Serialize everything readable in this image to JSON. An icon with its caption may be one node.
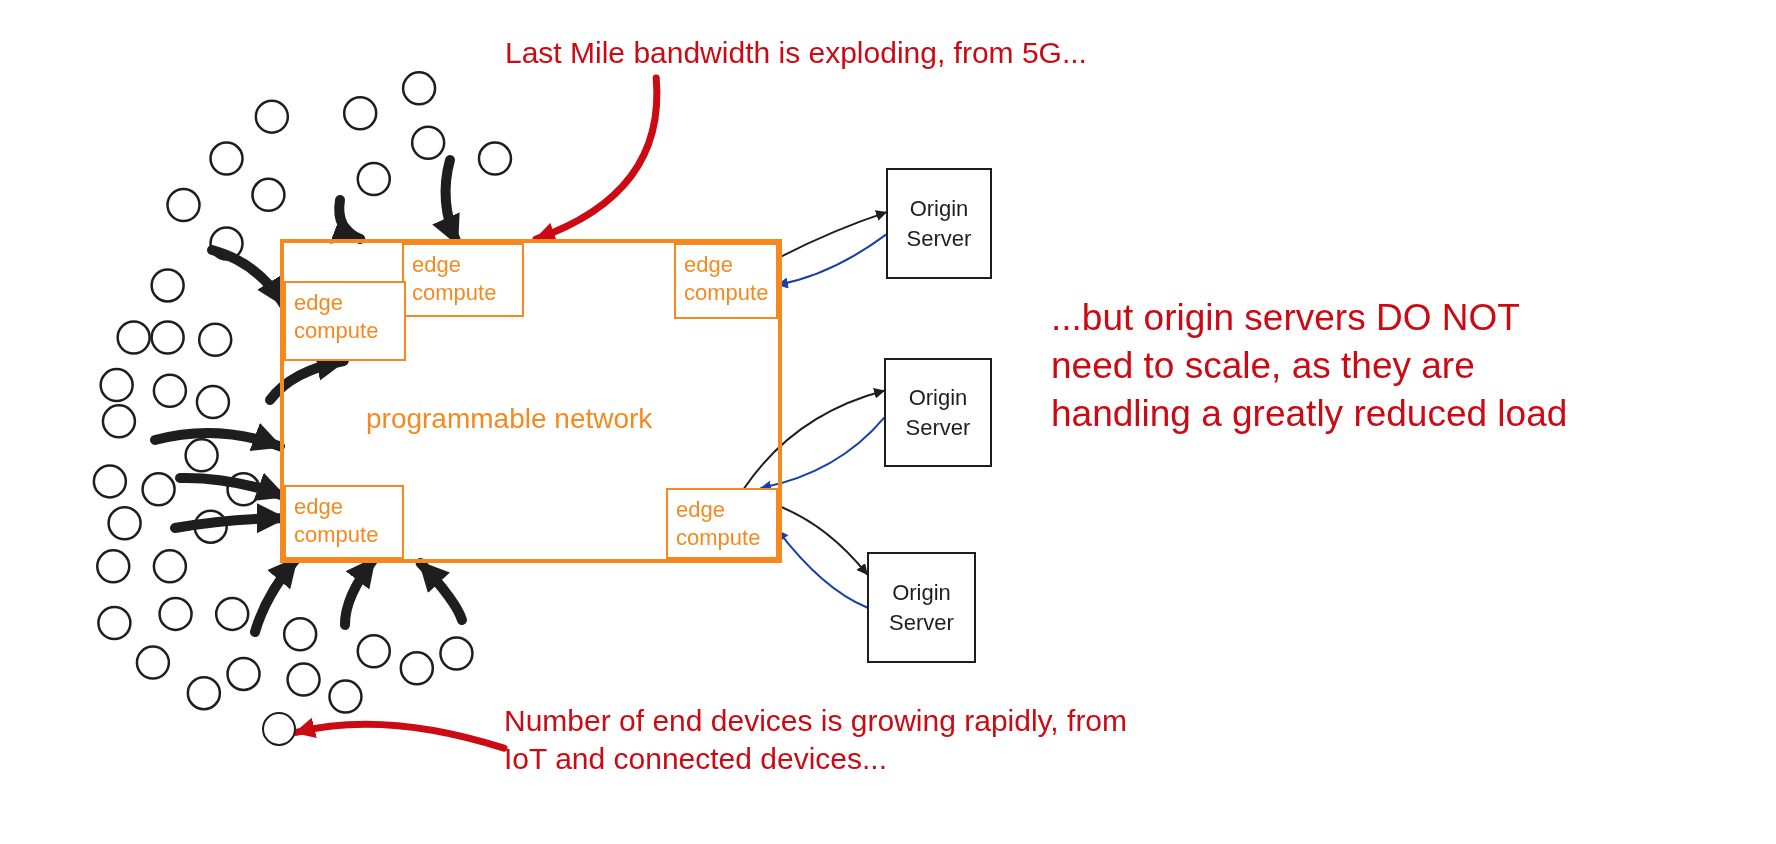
{
  "diagram": {
    "nodes": [
      {
        "text": [
          "Last Mile bandwidth is exploding, from 5G..."
        ]
      },
      {
        "text": [
          "programmable network"
        ]
      },
      {
        "text": [
          "edge compute"
        ],
        "in": 1
      },
      {
        "text": [
          "edge compute"
        ],
        "in": 1
      },
      {
        "text": [
          "edge compute"
        ],
        "in": 1
      },
      {
        "text": [
          "edge compute"
        ],
        "in": 1
      },
      {
        "text": [
          "edge compute"
        ],
        "in": 1
      },
      {
        "text": [
          "Origin Server"
        ]
      },
      {
        "text": [
          "Origin Server"
        ]
      },
      {
        "text": [
          "Origin Server"
        ]
      },
      {
        "text": [
          "Number of end devices is growing rapidly, from IoT and connected devices..."
        ]
      },
      {
        "text": [],
        "shape": "circle"
      }
    ],
    "edges": [
      {
        "from": 0,
        "to": 1,
        "arrow": "to",
        "color": "#cc0a14"
      },
      {
        "from": 10,
        "to": 11,
        "arrow": "to",
        "color": "#cc0a14"
      },
      {
        "from": null,
        "to": 1,
        "arrow": "to"
      },
      {
        "from": null,
        "to": 2,
        "arrow": "to"
      },
      {
        "from": null,
        "to": 4,
        "arrow": "to"
      },
      {
        "from": null,
        "to": 4,
        "arrow": "to"
      },
      {
        "from": null,
        "to": 1,
        "arrow": "to"
      },
      {
        "from": null,
        "to": 5,
        "arrow": "to"
      },
      {
        "from": null,
        "to": 5,
        "arrow": "to"
      },
      {
        "from": null,
        "to": 5,
        "arrow": "to"
      },
      {
        "from": null,
        "to": 5,
        "arrow": "to"
      },
      {
        "from": null,
        "to": 1,
        "arrow": "to"
      },
      {
        "from": 3,
        "to": 7,
        "arrow": "to"
      },
      {
        "from": 7,
        "to": 3,
        "arrow": "to",
        "color": "#1a3fa8"
      },
      {
        "from": 6,
        "to": 8,
        "arrow": "to"
      },
      {
        "from": 8,
        "to": 6,
        "arrow": "to",
        "color": "#1a3fa8"
      },
      {
        "from": 6,
        "to": 9,
        "arrow": "to"
      },
      {
        "from": 9,
        "to": 6,
        "arrow": "to",
        "color": "#1a3fa8"
      }
    ],
    "labels": [
      "...but origin servers DO NOT need to scale, as they are handling a greatly reduced load"
    ]
  }
}
